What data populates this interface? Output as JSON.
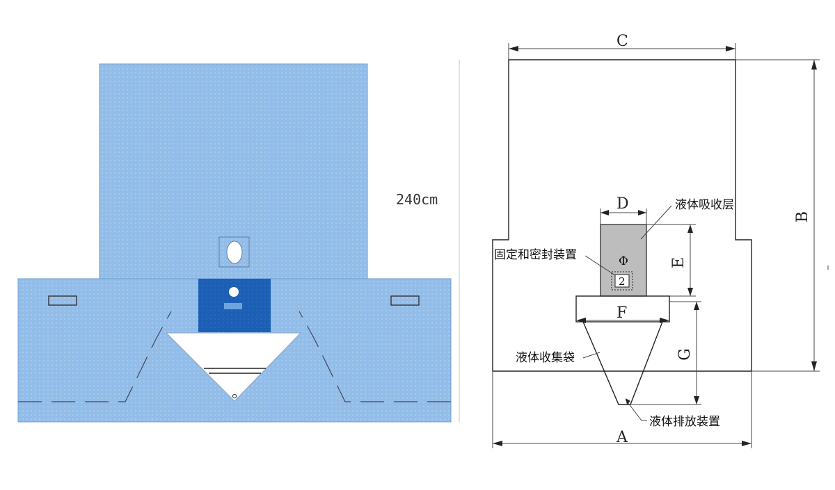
{
  "colors": {
    "drape_fill": "#93bde9",
    "drape_edge": "#6d9fd2",
    "window_fill": "#1c5fb4",
    "pouch_fill": "#ffffff",
    "absorb_layer": "#bdbdbd",
    "line": "#222222"
  },
  "left_figure": {
    "size_label": "240cm"
  },
  "right_figure": {
    "dimensions": {
      "a": "A",
      "b": "B",
      "c": "C",
      "d": "D",
      "e": "E",
      "f": "F",
      "g": "G"
    },
    "labels": {
      "absorbent_layer": "液体吸收层",
      "fix_seal_device": "固定和密封装置",
      "collection_bag": "液体收集袋",
      "drain_device": "液体排放装置"
    },
    "marks": {
      "phi": "Φ",
      "two": "2"
    }
  }
}
